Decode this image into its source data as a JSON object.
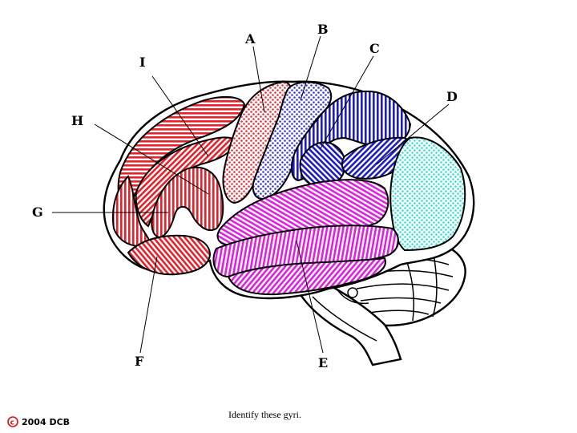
{
  "caption": "Identify these gyri.",
  "copyright": "2004 DCB",
  "copyright_symbol": "c",
  "labels": {
    "A": "A",
    "B": "B",
    "C": "C",
    "D": "D",
    "E": "E",
    "F": "F",
    "G": "G",
    "H": "H",
    "I": "I"
  },
  "colors": {
    "frontal_red": "#e8202a",
    "precentral_red": "#e83038",
    "postcentral_blue": "#3a3adf",
    "parietal_blue": "#1c1cc8",
    "occipital_cyan": "#2ee0d0",
    "temporal_magenta": "#e020e0",
    "outline": "#000000",
    "copyright_red": "#e01010"
  }
}
